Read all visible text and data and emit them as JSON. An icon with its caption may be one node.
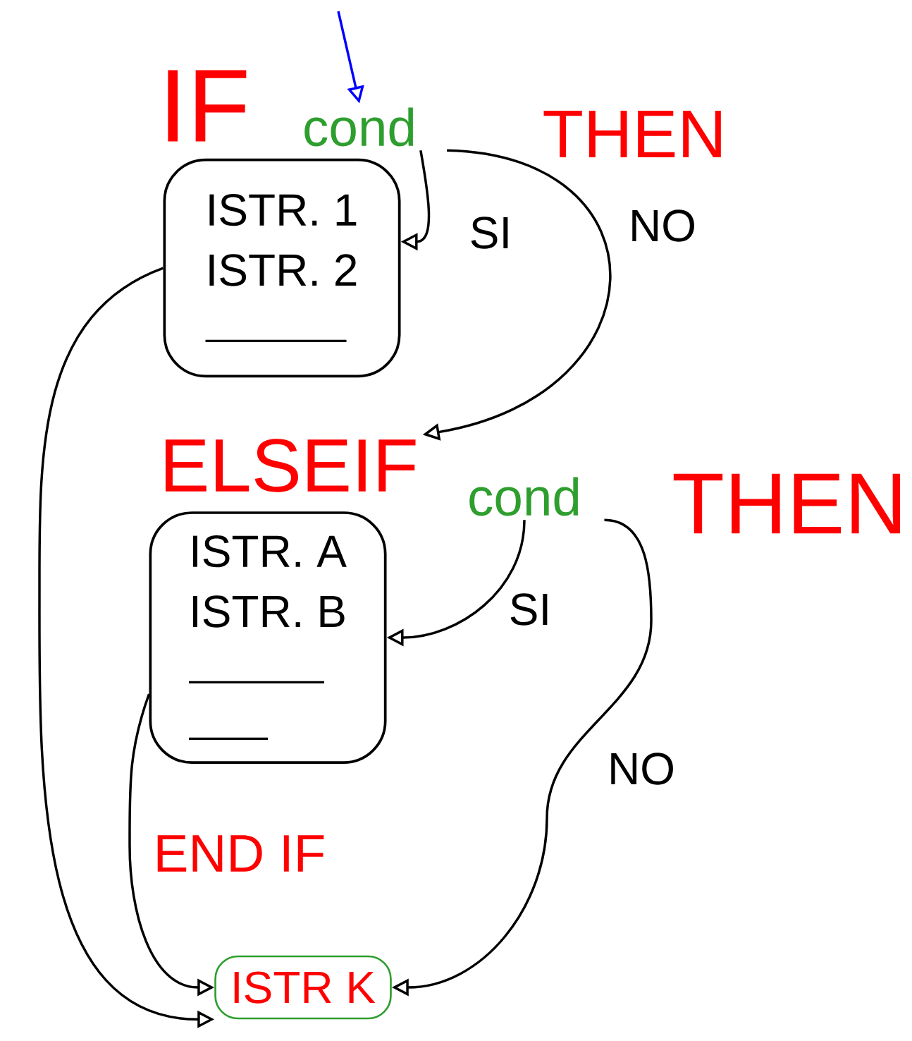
{
  "diagram": {
    "nodes": [
      {
        "text": [
          "cond"
        ]
      },
      {
        "text": [
          "ISTR. 1",
          "ISTR. 2"
        ]
      },
      {
        "text": [
          "ELSEIF"
        ]
      },
      {
        "text": [
          "cond"
        ]
      },
      {
        "text": [
          "ISTR. A",
          "ISTR. B"
        ]
      },
      {
        "text": [
          "ISTR K"
        ]
      }
    ],
    "edges": [
      {
        "from": null,
        "to": 0,
        "arrow": "to",
        "color": "#0000ff"
      },
      {
        "from": 0,
        "to": 1,
        "arrow": "to",
        "label": "SI"
      },
      {
        "from": 0,
        "to": 2,
        "arrow": "to",
        "label": "NO"
      },
      {
        "from": 1,
        "to": 5,
        "arrow": "to"
      },
      {
        "from": 3,
        "to": 4,
        "arrow": "to",
        "label": "SI"
      },
      {
        "from": 4,
        "to": 5,
        "arrow": "to"
      },
      {
        "from": 3,
        "to": 5,
        "arrow": "to",
        "label": "NO"
      }
    ],
    "labels": [
      "IF",
      "THEN",
      "THEN",
      "END IF"
    ]
  }
}
